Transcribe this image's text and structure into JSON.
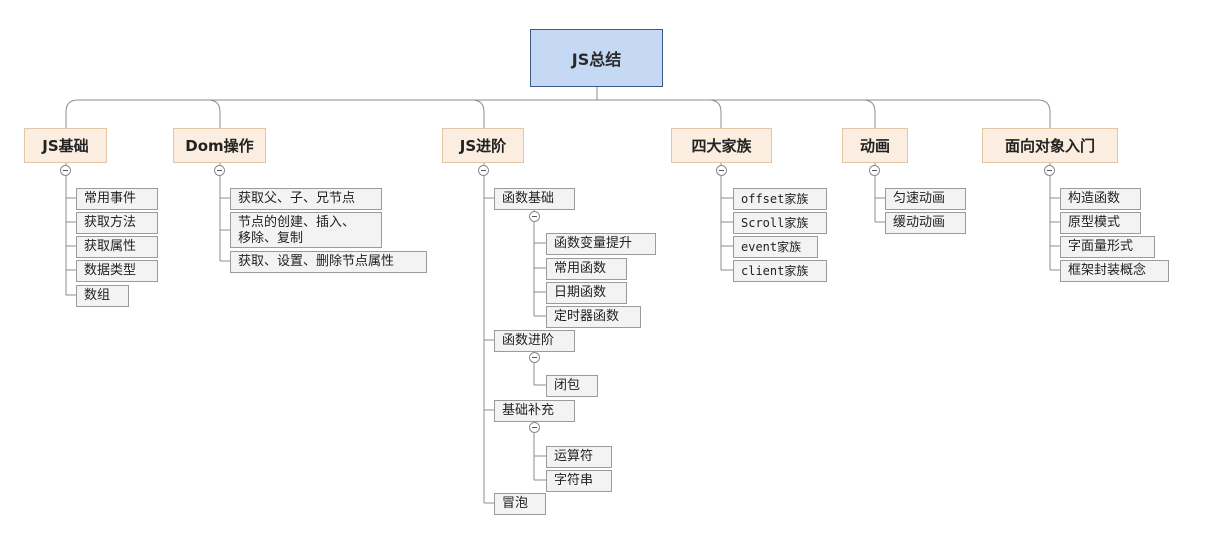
{
  "root": {
    "label": "JS总结"
  },
  "categories": [
    {
      "id": "js-basics",
      "label": "JS基础",
      "items": [
        "常用事件",
        "获取方法",
        "获取属性",
        "数据类型",
        "数组"
      ]
    },
    {
      "id": "dom",
      "label": "Dom操作",
      "items": [
        "获取父、子、兄节点",
        "节点的创建、插入、\n移除、复制",
        "获取、设置、删除节点属性"
      ]
    },
    {
      "id": "js-advanced",
      "label": "JS进阶",
      "groups": [
        {
          "label": "函数基础",
          "items": [
            "函数变量提升",
            "常用函数",
            "日期函数",
            "定时器函数"
          ]
        },
        {
          "label": "函数进阶",
          "items": [
            "闭包"
          ]
        },
        {
          "label": "基础补充",
          "items": [
            "运算符",
            "字符串"
          ]
        },
        {
          "label": "冒泡",
          "items": []
        }
      ]
    },
    {
      "id": "four-families",
      "label": "四大家族",
      "items": [
        "offset家族",
        "Scroll家族",
        "event家族",
        "client家族"
      ]
    },
    {
      "id": "animation",
      "label": "动画",
      "items": [
        "匀速动画",
        "缓动动画"
      ]
    },
    {
      "id": "oop",
      "label": "面向对象入门",
      "items": [
        "构造函数",
        "原型模式",
        "字面量形式",
        "框架封装概念"
      ]
    }
  ],
  "colors": {
    "root_fill": "#c6d9f4",
    "root_border": "#3a5b86",
    "category_fill": "#fbeee1",
    "category_border": "#e2c6a6",
    "leaf_fill": "#f3f3f3",
    "leaf_border": "#9b9b9b",
    "line": "#8c8c8c"
  }
}
